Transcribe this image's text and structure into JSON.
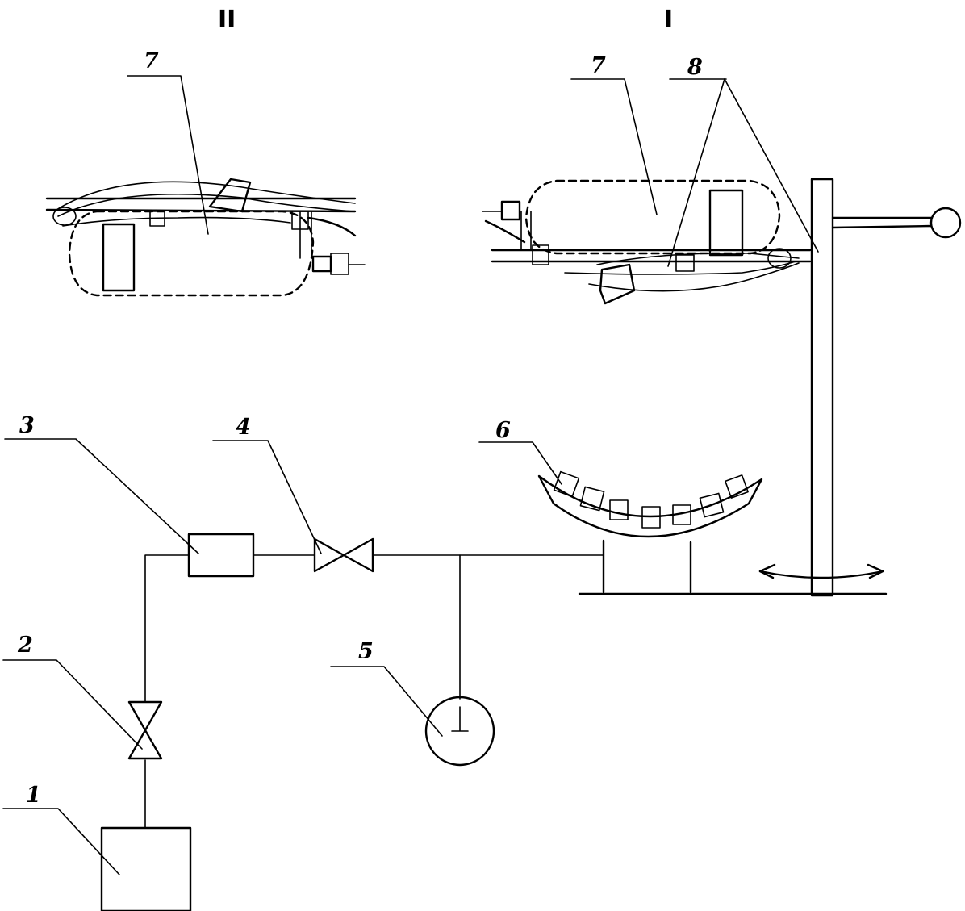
{
  "views": {
    "view_2": "II",
    "view_1": "I"
  },
  "labels": {
    "item_1": "1",
    "item_2": "2",
    "item_3": "3",
    "item_4": "4",
    "item_5": "5",
    "item_6": "6",
    "item_7_view2": "7",
    "item_7_view1": "7",
    "item_8": "8"
  }
}
